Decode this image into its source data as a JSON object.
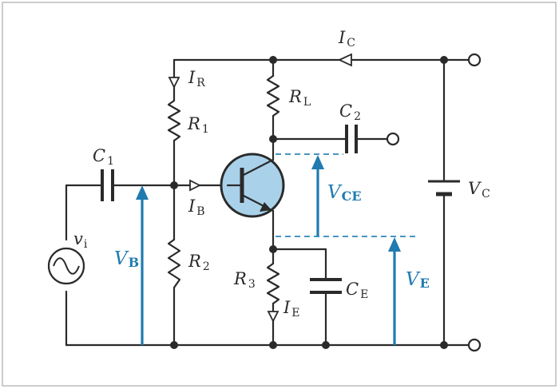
{
  "colors": {
    "wire": "#2a2a2a",
    "accent": "#1f7bb0",
    "transistor_fill": "#a9d1ea",
    "border": "#bcbcbc"
  },
  "labels": {
    "ic": {
      "main": "I",
      "sub": "C"
    },
    "ir": {
      "main": "I",
      "sub": "R"
    },
    "rl": {
      "main": "R",
      "sub": "L"
    },
    "r1": {
      "main": "R",
      "sub": "1"
    },
    "c1": {
      "main": "C",
      "sub": "1"
    },
    "c2": {
      "main": "C",
      "sub": "2"
    },
    "ib": {
      "main": "I",
      "sub": "B"
    },
    "vi": {
      "main": "v",
      "sub": "i"
    },
    "vb": {
      "main": "V",
      "sub": "B"
    },
    "r2": {
      "main": "R",
      "sub": "2"
    },
    "r3": {
      "main": "R",
      "sub": "3"
    },
    "ie": {
      "main": "I",
      "sub": "E"
    },
    "ce": {
      "main": "C",
      "sub": "E"
    },
    "vce": {
      "main": "V",
      "sub": "CE"
    },
    "ve": {
      "main": "V",
      "sub": "E"
    },
    "vc": {
      "main": "V",
      "sub": "C"
    }
  }
}
